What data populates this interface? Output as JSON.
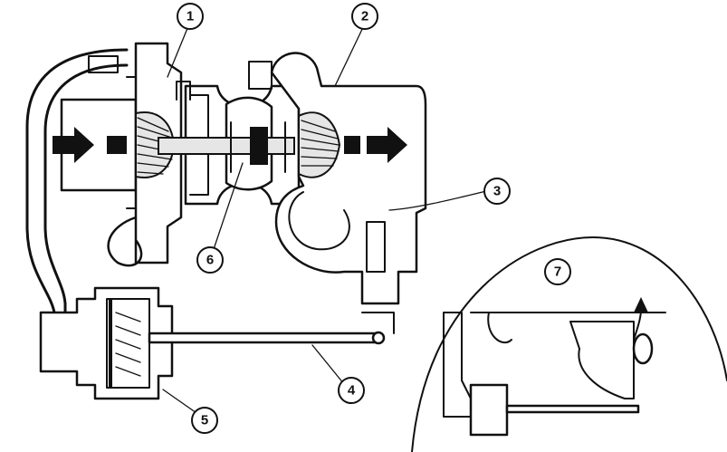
{
  "callouts": [
    {
      "id": "callout-1",
      "label": "1"
    },
    {
      "id": "callout-2",
      "label": "2"
    },
    {
      "id": "callout-3",
      "label": "3"
    },
    {
      "id": "callout-4",
      "label": "4"
    },
    {
      "id": "callout-5",
      "label": "5"
    },
    {
      "id": "callout-6",
      "label": "6"
    },
    {
      "id": "callout-7",
      "label": "7"
    }
  ],
  "flow_arrows": [
    {
      "name": "intake-flow-arrow",
      "direction": "right"
    },
    {
      "name": "exhaust-flow-arrow",
      "direction": "right"
    },
    {
      "name": "wastegate-flow-arrow",
      "direction": "up"
    }
  ]
}
